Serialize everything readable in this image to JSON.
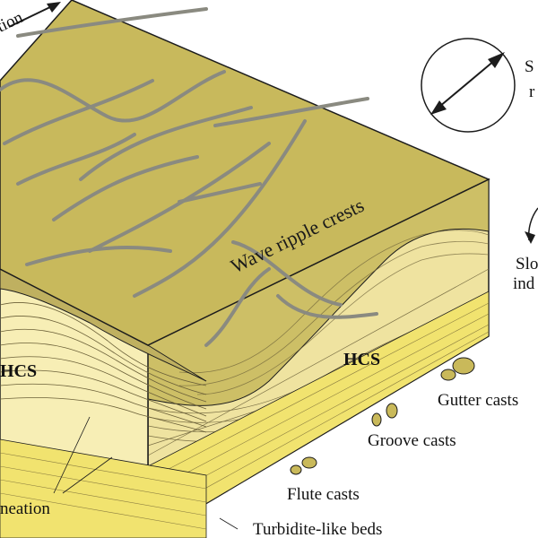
{
  "diagram": {
    "labels": {
      "direction_partial": "tion",
      "wave_ripple_crests": "Wave ripple crests",
      "hcs_left": "HCS",
      "hcs_right": "HCS",
      "gutter_casts": "Gutter casts",
      "groove_casts": "Groove casts",
      "flute_casts": "Flute casts",
      "turbidite_like_beds": "Turbidite-like beds",
      "lineation_partial": "neation",
      "rose1_partial_top": "S",
      "rose1_partial_bottom": "r",
      "rose2_partial_top": "Slo",
      "rose2_partial_bottom": "ind"
    },
    "colors": {
      "top_surface": "#c8b95c",
      "hcs_fill": "#f4eaa6",
      "bed_pale": "#fbf4c8",
      "bed_yellow": "#f0e06a",
      "right_face": "#e9dc8c",
      "crest_line": "#8a8a80",
      "outline": "#1c1c1c"
    }
  }
}
